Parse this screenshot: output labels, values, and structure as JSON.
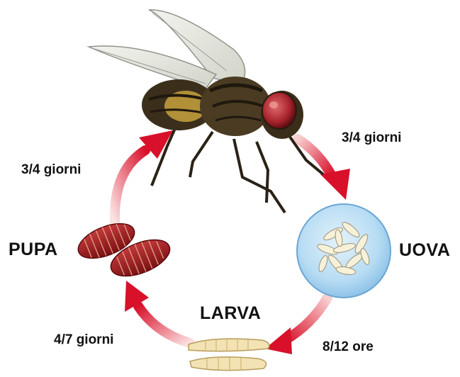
{
  "stages": {
    "pupa": "PUPA",
    "eggs": "UOVA",
    "larva": "LARVA"
  },
  "durations": {
    "fly_to_eggs": "3/4 giorni",
    "eggs_to_larva": "8/12 ore",
    "larva_to_pupa": "4/7 giorni",
    "pupa_to_fly": "3/4 giorni"
  },
  "colors": {
    "arrow": "#d8102a",
    "arrow_fade": "#f6c9c9",
    "egg_circle": "#a9d2ef",
    "pupa": "#9b1a1e",
    "larva": "#f2e2b4",
    "fly_body": "#3b2f1c",
    "fly_eye": "#b2323a"
  }
}
